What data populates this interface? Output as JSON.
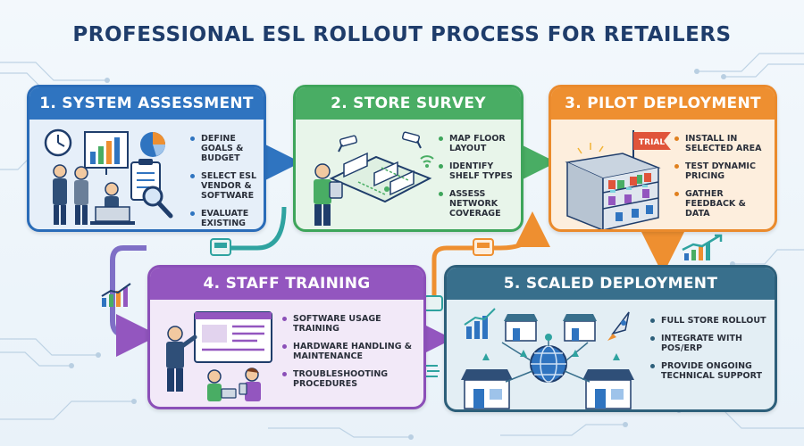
{
  "title": "PROFESSIONAL ESL ROLLOUT PROCESS FOR RETAILERS",
  "steps": [
    {
      "title": "1. SYSTEM ASSESSMENT",
      "color": "#2f74c0",
      "bullets": [
        "DEFINE GOALS & BUDGET",
        "SELECT ESL VENDOR & SOFTWARE",
        "EVALUATE EXISTING INFRASTRUCTURE"
      ]
    },
    {
      "title": "2. STORE SURVEY",
      "color": "#49ad64",
      "bullets": [
        "MAP FLOOR LAYOUT",
        "IDENTIFY SHELF TYPES",
        "ASSESS NETWORK COVERAGE"
      ]
    },
    {
      "title": "3. PILOT DEPLOYMENT",
      "color": "#ee8f30",
      "bullets": [
        "INSTALL IN SELECTED AREA",
        "TEST DYNAMIC PRICING",
        "GATHER FEEDBACK & DATA"
      ],
      "flag_label": "TRIAL"
    },
    {
      "title": "4. STAFF TRAINING",
      "color": "#9356bf",
      "bullets": [
        "SOFTWARE USAGE TRAINING",
        "HARDWARE HANDLING & MAINTENANCE",
        "TROUBLESHOOTING PROCEDURES"
      ]
    },
    {
      "title": "5. SCALED DEPLOYMENT",
      "color": "#386f8c",
      "bullets": [
        "FULL STORE ROLLOUT",
        "INTEGRATE WITH POS/ERP",
        "PROVIDE ONGOING TECHNICAL SUPPORT"
      ]
    }
  ],
  "icons": {
    "step1": [
      "clock-icon",
      "presentation-board-icon",
      "pie-chart-icon",
      "clipboard-icon",
      "magnifier-icon",
      "people-icon",
      "laptop-user-icon"
    ],
    "step2": [
      "security-camera-icon",
      "floor-plan-icon",
      "tablet-user-icon",
      "wifi-icon"
    ],
    "step3": [
      "trial-flag-icon",
      "shelf-with-labels-icon"
    ],
    "step4": [
      "trainer-icon",
      "training-screen-icon",
      "trainees-icon"
    ],
    "step5": [
      "globe-network-icon",
      "store-icon",
      "rocket-icon",
      "growth-chart-icon"
    ]
  }
}
